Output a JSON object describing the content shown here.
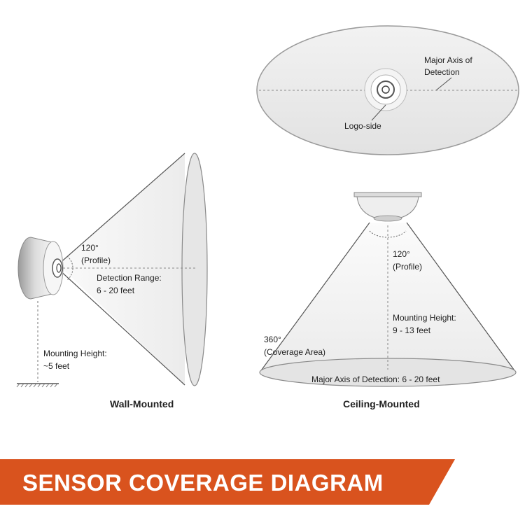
{
  "top_view": {
    "major_axis_label_1": "Major Axis of",
    "major_axis_label_2": "Detection",
    "logo_side_label": "Logo-side"
  },
  "wall": {
    "angle_label_1": "120°",
    "angle_label_2": "(Profile)",
    "range_label_1": "Detection Range:",
    "range_label_2": "6 - 20 feet",
    "height_label_1": "Mounting Height:",
    "height_label_2": "~5 feet",
    "caption": "Wall-Mounted"
  },
  "ceiling": {
    "angle_label_1": "120°",
    "angle_label_2": "(Profile)",
    "height_label_1": "Mounting Height:",
    "height_label_2": "9 - 13 feet",
    "coverage_label_1": "360°",
    "coverage_label_2": "(Coverage Area)",
    "axis_label": "Major Axis of Detection: 6 - 20 feet",
    "caption": "Ceiling-Mounted"
  },
  "banner": {
    "title": "SENSOR COVERAGE DIAGRAM",
    "color": "#d9531e"
  }
}
